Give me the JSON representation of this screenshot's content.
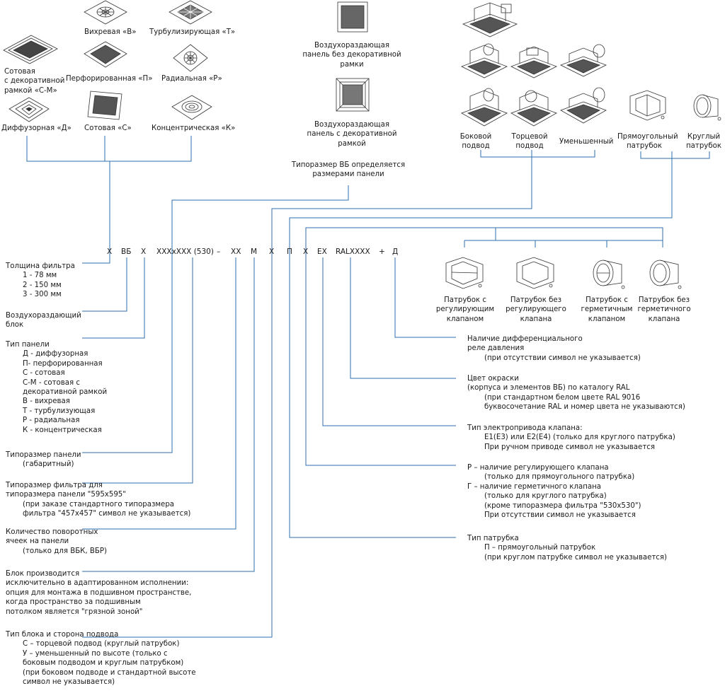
{
  "colors": {
    "line": "#2f6fb0",
    "text": "#1a1a1a",
    "drawing": "#333333"
  },
  "panels": {
    "vortex": "Вихревая «В»",
    "turbulizing": "Турбулизирующая «Т»",
    "honeycomb_frame": [
      "Сотовая",
      "с декоративной",
      "рамкой «С-М»"
    ],
    "perforated": "Перфорированная «П»",
    "radial": "Радиальная «Р»",
    "diffuser": "Диффузорная «Д»",
    "honeycomb": "Сотовая «С»",
    "concentric": "Концентрическая «К»"
  },
  "panel_no_frame": [
    "Воздухораздающая",
    "панель без декоративной",
    "рамки"
  ],
  "panel_frame": [
    "Воздухораздающая",
    "панель с декоративной",
    "рамкой"
  ],
  "size_note": [
    "Типоразмер ВБ определяется",
    "размерами панели"
  ],
  "supply": {
    "side": [
      "Боковой",
      "подвод"
    ],
    "end": [
      "Торцевой",
      "подвод"
    ],
    "reduced": "Уменьшенный"
  },
  "nozzle": {
    "rect": [
      "Прямоугольный",
      "патрубок"
    ],
    "round": [
      "Круглый",
      "патрубок"
    ]
  },
  "nozzle_types": {
    "a": [
      "Патрубок с",
      "регулирующим",
      "клапаном"
    ],
    "b": [
      "Патрубок без",
      "регулирующего",
      "клапана"
    ],
    "c": [
      "Патрубок с",
      "герметичным",
      "клапаном"
    ],
    "d": [
      "Патрубок без",
      "герметичного",
      "клапана"
    ]
  },
  "code": {
    "c1": "X",
    "c2": "ВБ",
    "c3": "X",
    "c4": "XXXxXXX (530)",
    "c5": "–",
    "c6": "XX",
    "c7": "M",
    "c8": "X",
    "c9": "П",
    "c10": "X",
    "c11": "EX",
    "c12": "RALXXXX",
    "c13": "+",
    "c14": "Д"
  },
  "left": {
    "filter_thickness": {
      "title": "Толщина фильтра",
      "items": [
        "1 - 78 мм",
        "2 - 150 мм",
        "3 - 300 мм"
      ]
    },
    "block": [
      "Воздухораздающий",
      "блок"
    ],
    "panel_type": {
      "title": "Тип панели",
      "items": [
        "Д - диффузорная",
        "П- перфорированная",
        "С - сотовая",
        "С-М - сотовая с",
        "декоративной рамкой",
        "В - вихревая",
        "Т - турбулизующая",
        "Р - радиальная",
        "К - концентрическая"
      ]
    },
    "panel_size": {
      "title": "Типоразмер панели",
      "note": "(габаритный)"
    },
    "filter_size": {
      "lines": [
        "Типоразмер фильтра для",
        "типоразмера панели \"595x595\""
      ],
      "notes": [
        "(при заказе стандартного типоразмера",
        "фильтра \"457x457\" символ не указывается)"
      ]
    },
    "cells": {
      "lines": [
        "Количество поворотных",
        "ячеек на панели"
      ],
      "note": "(только для ВБК, ВБР)"
    },
    "adapted": [
      "Блок производится",
      "исключительно в  адаптированном исполнении:",
      "опция для монтажа в подшивном пространстве,",
      "когда пространство за подшивным",
      "потолком является \"грязной зоной\""
    ],
    "block_type": {
      "title": "Тип блока и сторона подвода",
      "items": [
        "С – торцевой подвод (круглый патрубок)",
        "У – уменьшенный по высоте (только с",
        "боковым подводом и круглым патрубком)",
        "(при боковом подводе и стандартной высоте",
        "символ не указывается)"
      ]
    }
  },
  "right": {
    "relay": {
      "lines": [
        "Наличие дифференциального",
        "реле давления"
      ],
      "note": "(при отсутствии символ не указывается)"
    },
    "color": {
      "lines": [
        "Цвет окраски",
        "(корпуса и элементов ВБ) по каталогу RAL"
      ],
      "notes": [
        "(при стандартном белом цвете RAL 9016",
        "буквосочетание RAL и номер цвета не указываются)"
      ]
    },
    "actuator": {
      "title": "Тип электропривода клапана:",
      "items": [
        "E1(E3) или E2(E4) (только для круглого патрубка)",
        "При ручном приводе символ не указывается"
      ]
    },
    "valve": {
      "p": "Р – наличие регулирующего клапана",
      "p_note": "(только для прямоугольного патрубка)",
      "g": "Г – наличие герметичного клапана",
      "g_notes": [
        "(только для круглого патрубка)",
        "(кроме типоразмера фильтра \"530x530\")",
        "При отсутствии символ не указывается"
      ]
    },
    "nozzle_type": {
      "title": "Тип патрубка",
      "items": [
        "П – прямоугольный патрубок",
        "(при круглом патрубке символ не указывается)"
      ]
    }
  }
}
